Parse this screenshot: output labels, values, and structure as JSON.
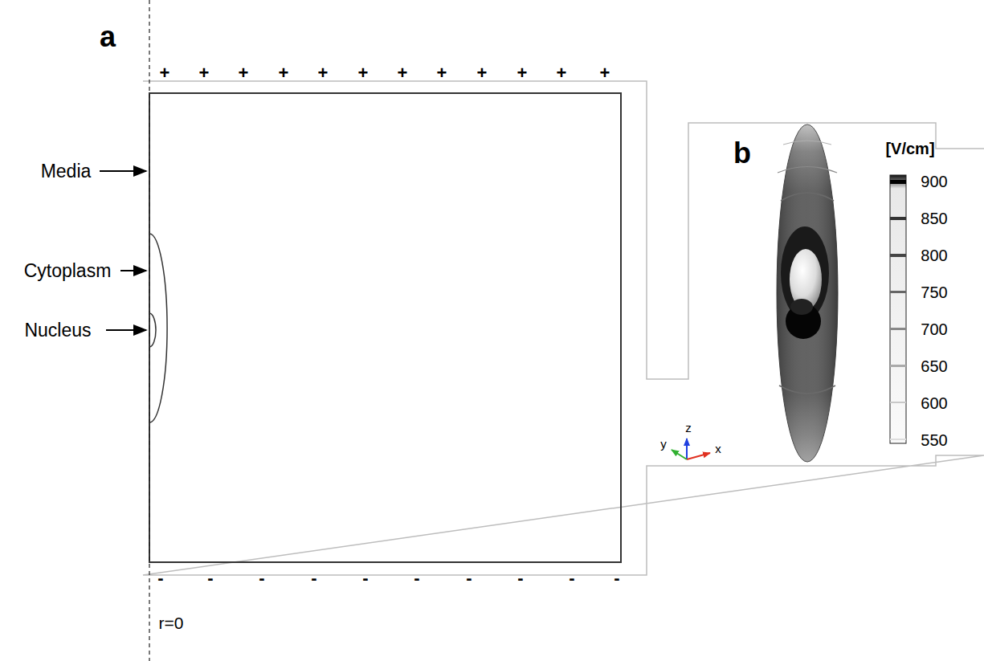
{
  "diagram": {
    "labels": [
      "a",
      "Media",
      "Cytoplasm",
      "Nucleus",
      "r=0",
      "+",
      "+",
      "+",
      "+",
      "+",
      "+",
      "+",
      "+",
      "+",
      "+",
      "+",
      "+",
      "-",
      "-",
      "-",
      "-",
      "-",
      "-",
      "-",
      "-",
      "-",
      "-",
      "b",
      "[V/cm]",
      "900",
      "850",
      "800",
      "750",
      "700",
      "650",
      "600",
      "550",
      "z",
      "y",
      "x"
    ]
  }
}
